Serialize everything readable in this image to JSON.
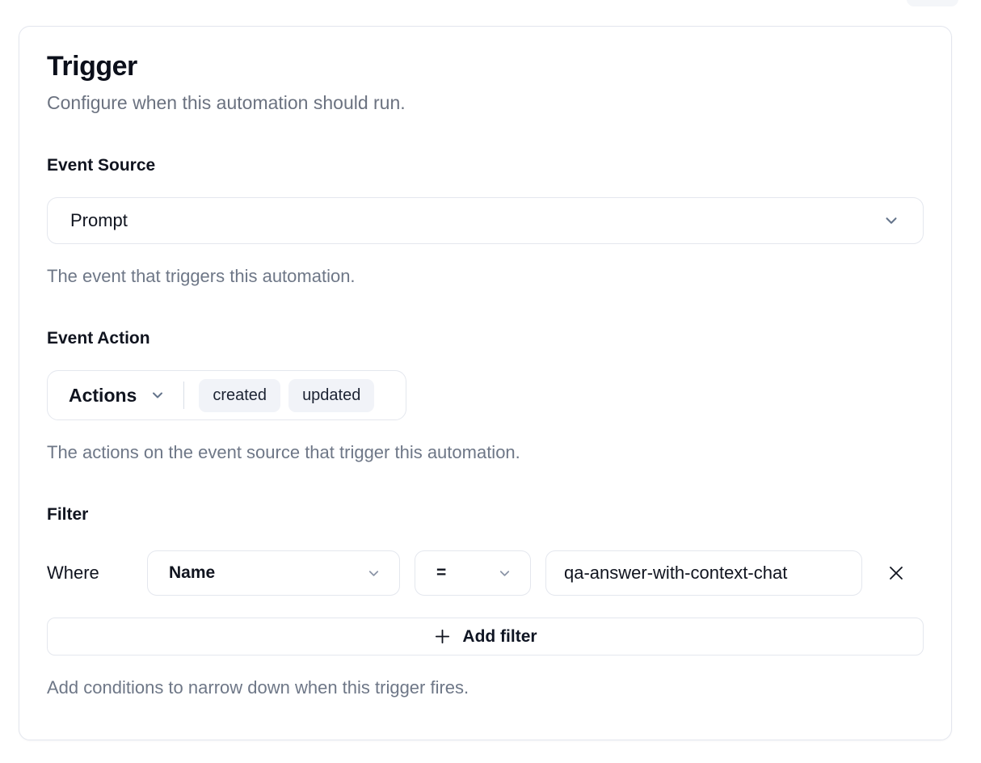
{
  "card": {
    "title": "Trigger",
    "subtitle": "Configure when this automation should run.",
    "event_source": {
      "label": "Event Source",
      "selected_value": "Prompt",
      "helper": "The event that triggers this automation."
    },
    "event_action": {
      "label": "Event Action",
      "dropdown_label": "Actions",
      "chips": [
        "created",
        "updated"
      ],
      "helper": "The actions on the event source that trigger this automation."
    },
    "filter": {
      "label": "Filter",
      "where_label": "Where",
      "rows": [
        {
          "field": "Name",
          "operator": "=",
          "value": "qa-answer-with-context-chat"
        }
      ],
      "add_button_label": "Add filter",
      "helper": "Add conditions to narrow down when this trigger fires."
    }
  },
  "icons": {
    "chevron_down": "chevron-down",
    "close": "close-x",
    "plus": "plus"
  },
  "colors": {
    "text_primary": "#0f1523",
    "text_muted": "#6e7787",
    "border": "#e4e7ee",
    "chip_bg": "#f1f3f8",
    "chevron": "#64748b"
  }
}
